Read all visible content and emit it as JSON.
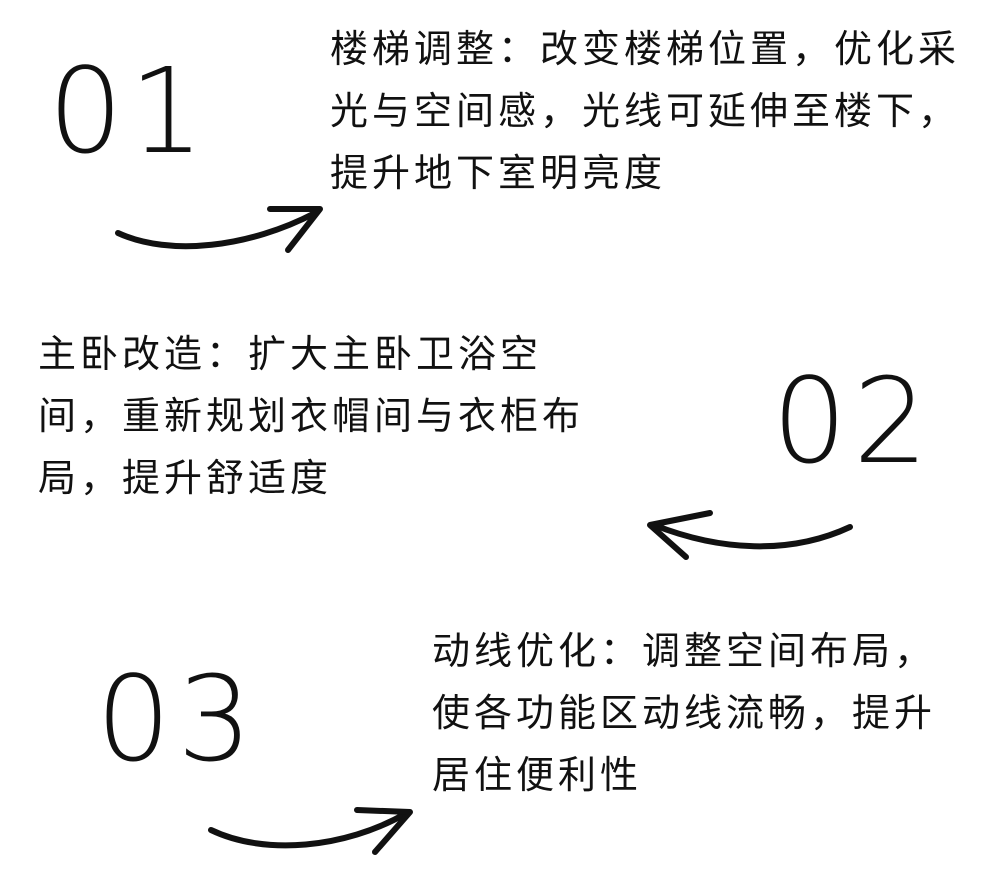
{
  "steps": [
    {
      "number": "01",
      "lines": [
        "楼梯调整：改变楼梯位置，优化采",
        "光与空间感，光线可延伸至楼下，",
        "提升地下室明亮度"
      ]
    },
    {
      "number": "02",
      "lines": [
        "主卧改造：扩大主卧卫浴空",
        "间，重新规划衣帽间与衣柜布",
        "局，提升舒适度"
      ]
    },
    {
      "number": "03",
      "lines": [
        "动线优化：调整空间布局，",
        "使各功能区动线流畅，提升",
        "居住便利性"
      ]
    }
  ],
  "icons": [
    "arrow-right-icon",
    "arrow-left-icon",
    "arrow-right-icon"
  ]
}
